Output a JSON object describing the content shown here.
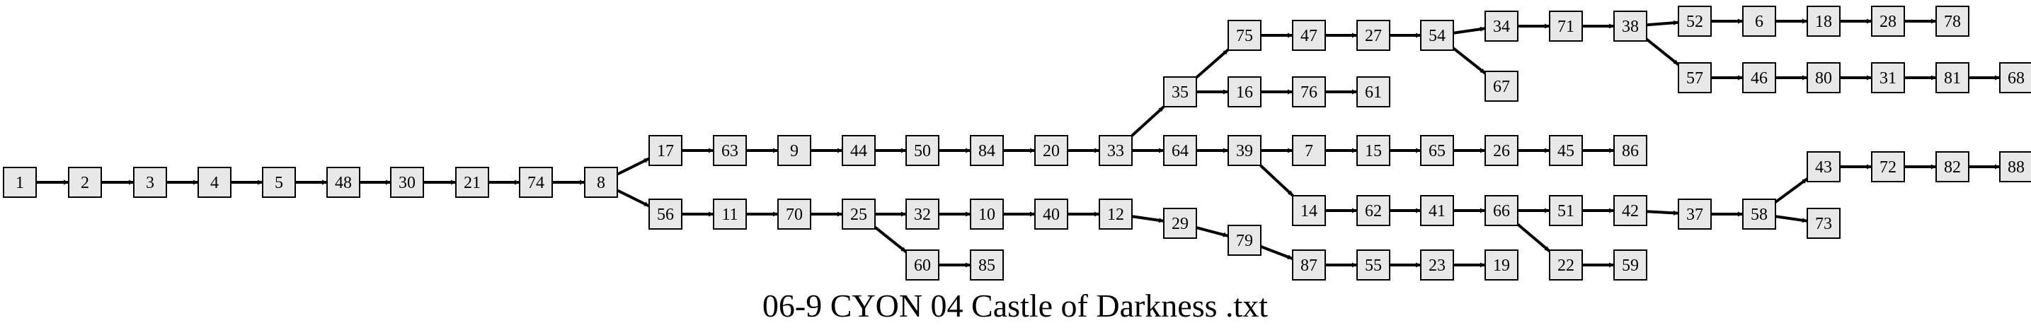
{
  "title": "06-9 CYON 04 Castle of Darkness .txt",
  "style": {
    "node_fill": "#e8e8e8",
    "node_stroke": "#000000",
    "edge_color": "#000000",
    "background": "#ffffff"
  },
  "nodes": [
    "1",
    "2",
    "3",
    "4",
    "5",
    "48",
    "30",
    "21",
    "74",
    "8",
    "17",
    "63",
    "9",
    "44",
    "50",
    "84",
    "20",
    "33",
    "35",
    "75",
    "47",
    "27",
    "54",
    "34",
    "71",
    "38",
    "52",
    "6",
    "18",
    "28",
    "78",
    "57",
    "46",
    "80",
    "31",
    "81",
    "68",
    "67",
    "16",
    "76",
    "61",
    "64",
    "39",
    "7",
    "15",
    "65",
    "26",
    "45",
    "86",
    "14",
    "62",
    "41",
    "66",
    "51",
    "42",
    "37",
    "58",
    "43",
    "72",
    "82",
    "88",
    "73",
    "22",
    "59",
    "56",
    "11",
    "70",
    "25",
    "32",
    "10",
    "40",
    "12",
    "29",
    "79",
    "87",
    "55",
    "23",
    "19",
    "60",
    "85"
  ],
  "edges": [
    [
      "1",
      "2"
    ],
    [
      "2",
      "3"
    ],
    [
      "3",
      "4"
    ],
    [
      "4",
      "5"
    ],
    [
      "5",
      "48"
    ],
    [
      "48",
      "30"
    ],
    [
      "30",
      "21"
    ],
    [
      "21",
      "74"
    ],
    [
      "74",
      "8"
    ],
    [
      "8",
      "17"
    ],
    [
      "8",
      "56"
    ],
    [
      "17",
      "63"
    ],
    [
      "63",
      "9"
    ],
    [
      "9",
      "44"
    ],
    [
      "44",
      "50"
    ],
    [
      "50",
      "84"
    ],
    [
      "84",
      "20"
    ],
    [
      "20",
      "33"
    ],
    [
      "33",
      "35"
    ],
    [
      "33",
      "64"
    ],
    [
      "35",
      "75"
    ],
    [
      "35",
      "16"
    ],
    [
      "75",
      "47"
    ],
    [
      "47",
      "27"
    ],
    [
      "27",
      "54"
    ],
    [
      "54",
      "34"
    ],
    [
      "54",
      "67"
    ],
    [
      "34",
      "71"
    ],
    [
      "71",
      "38"
    ],
    [
      "38",
      "52"
    ],
    [
      "38",
      "57"
    ],
    [
      "52",
      "6"
    ],
    [
      "6",
      "18"
    ],
    [
      "18",
      "28"
    ],
    [
      "28",
      "78"
    ],
    [
      "57",
      "46"
    ],
    [
      "46",
      "80"
    ],
    [
      "80",
      "31"
    ],
    [
      "31",
      "81"
    ],
    [
      "81",
      "68"
    ],
    [
      "16",
      "76"
    ],
    [
      "76",
      "61"
    ],
    [
      "64",
      "39"
    ],
    [
      "39",
      "7"
    ],
    [
      "39",
      "14"
    ],
    [
      "7",
      "15"
    ],
    [
      "15",
      "65"
    ],
    [
      "65",
      "26"
    ],
    [
      "26",
      "45"
    ],
    [
      "45",
      "86"
    ],
    [
      "14",
      "62"
    ],
    [
      "62",
      "41"
    ],
    [
      "41",
      "66"
    ],
    [
      "66",
      "51"
    ],
    [
      "66",
      "22"
    ],
    [
      "51",
      "42"
    ],
    [
      "42",
      "37"
    ],
    [
      "37",
      "58"
    ],
    [
      "58",
      "43"
    ],
    [
      "58",
      "73"
    ],
    [
      "43",
      "72"
    ],
    [
      "72",
      "82"
    ],
    [
      "82",
      "88"
    ],
    [
      "22",
      "59"
    ],
    [
      "56",
      "11"
    ],
    [
      "11",
      "70"
    ],
    [
      "70",
      "25"
    ],
    [
      "25",
      "32"
    ],
    [
      "25",
      "60"
    ],
    [
      "32",
      "10"
    ],
    [
      "10",
      "40"
    ],
    [
      "40",
      "12"
    ],
    [
      "12",
      "29"
    ],
    [
      "29",
      "79"
    ],
    [
      "79",
      "87"
    ],
    [
      "87",
      "55"
    ],
    [
      "55",
      "23"
    ],
    [
      "23",
      "19"
    ],
    [
      "60",
      "85"
    ]
  ]
}
